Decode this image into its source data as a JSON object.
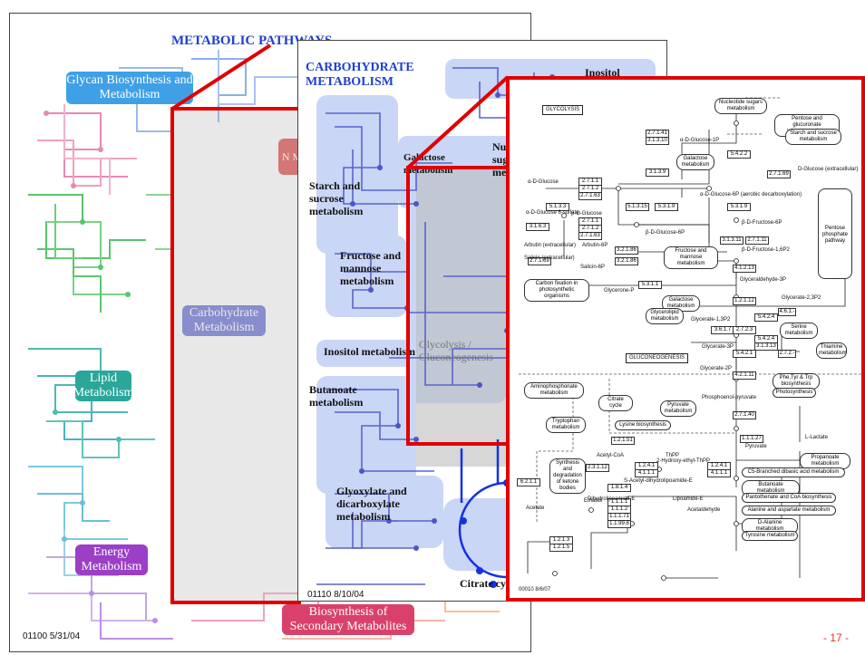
{
  "panel1": {
    "title": "METABOLIC PATHWAYS",
    "footer": "01100  5/31/04",
    "categories": {
      "glycan": "Glycan Biosynthesis and Metabolism",
      "nucleotide": "N M",
      "carbohydrate": "Carbohydrate Metabolism",
      "lipid": "Lipid Metabolism",
      "energy": "Energy Metabolism",
      "secondary": "Biosynthesis of Secondary Metabolites"
    },
    "colors": {
      "glycan": "#3fa0e6",
      "carbohydrate": "#6b74d6",
      "lipid": "#2aa79a",
      "energy": "#9b3fc6",
      "secondary": "#d9416b",
      "nucleotide": "#e05050"
    }
  },
  "panel2": {
    "title_line1": "CARBOHYDRATE",
    "title_line2": "METABOLISM",
    "footer": "01110  8/10/04",
    "inositol_phosphate": "Inositol phosphate",
    "blocks": {
      "starch": "Starch and sucrose metabolism",
      "galactose": "Galactose metabolism",
      "nucleotide_sugars": "Nu sug me",
      "fructose": "Fructose and mannose metabolism",
      "inositol": "Inositol metabolism",
      "glycolysis": "Glycolysis / Gluconeogenesis",
      "butanoate": "Butanoate metabolism",
      "glyoxylate": "Glyoxylate and dicarboxylate metabolism",
      "citrate": "Citrate cyc"
    }
  },
  "panel3": {
    "glycolysis_box": "GLYCOLYSIS",
    "gluconeogenesis_box": "GLUCONEOGENESIS",
    "footer": "00010 8/6/07",
    "enzymes": [
      "2.7.1.41",
      "3.1.3.10",
      "5.4.2.2",
      "3.1.3.9",
      "2.7.1.69",
      "2.7.1.1",
      "2.7.1.2",
      "2.7.1.63",
      "5.1.3.3",
      "5.1.3.15",
      "5.3.1.9",
      "3.1.6.3",
      "2.7.1.1",
      "2.7.1.2",
      "2.7.1.63",
      "3.2.1.86",
      "5.3.1.9",
      "3.1.3.11",
      "2.7.1.11",
      "2.7.1.69",
      "3.2.1.86",
      "4.1.2.13",
      "5.3.1.1",
      "1.2.1.12",
      "5.4.2.4",
      "4.6.1.-",
      "3.6.1.7",
      "2.7.2.3",
      "5.4.2.4",
      "5.4.2.1",
      "3.1.3.13",
      "2.7.2.-",
      "4.2.1.11",
      "2.7.1.40",
      "1.2.1.51",
      "1.1.1.27",
      "2.3.1.12",
      "1.8.1.4",
      "1.2.4.1",
      "4.1.1.1",
      "1.2.4.1",
      "4.1.1.1",
      "6.2.1.1",
      "1.1.1.1",
      "1.1.1.2",
      "1.1.1.71",
      "1.1.99.8",
      "1.2.1.3",
      "1.2.1.5"
    ],
    "metabolites": {
      "nucleotide_sugars": "Nucleotide sugars metabolism",
      "pentose_glucuronate": "Pentose and glucuronate interconversions",
      "starch_sucrose": "Starch and sucrose metabolism",
      "glucose1p": "α-D-Glucose-1P",
      "galactose": "Galactose metabolism",
      "dglucose": "D-Glucose (extracellular)",
      "alpha_glucose": "α-D-Glucose",
      "glucose6s": "α-D-Glucose 6-sulfate",
      "beta_glucose": "β-D-Glucose",
      "glucose6p": "α-D-Glucose-6P (aerobic decarboxylation)",
      "beta_glucose6p": "β-D-Glucose-6P",
      "fructose6p": "β-D-Fructose-6P",
      "fructose16p": "β-D-Fructose-1,6P2",
      "pentose_phosphate": "Pentose phosphate pathway",
      "arbutin": "Arbutin (extracellular)",
      "arbutin6p": "Arbutin-6P",
      "salicin": "Salicin (extracellular)",
      "salicin6p": "Salicin-6P",
      "fructose_mannose": "Fructose and mannose metabolism",
      "carbon_fixation": "Carbon fixation in photosynthetic organisms",
      "glycerone_p": "Glycerone-P",
      "glyceraldehyde3p": "Glyceraldehyde-3P",
      "galactose2": "Galactose metabolism",
      "glycerolipid": "Glycerolipid metabolism",
      "glycerate13p2": "Glycerate-1,3P2",
      "glycerate3p": "Glycerate-3P",
      "glycerate2p": "Glycerate-2P",
      "glycerate23p2": "Glycerate-2,3P2",
      "serine": "Serine metabolism",
      "thiamine": "Thiamine metabolism",
      "phe_tyr": "Phe,Tyr & Trp biosynthesis",
      "photosynthesis": "Photosynthesis",
      "aminophosphonate": "Aminophosphonate metabolism",
      "citrate_cycle": "Citrate cycle",
      "pyruvate_met": "Pyruvate metabolism",
      "pep": "Phosphoenol-pyruvate",
      "tryptophan": "Tryptophan metabolism",
      "lysine": "Lysine biosynthesis",
      "acetyl_coa": "Acetyl-CoA",
      "tpp": "ThPP",
      "hydroxyethyl": "2-Hydroxy-ethyl-ThPP",
      "pyruvate": "Pyruvate",
      "lactate": "L-Lactate",
      "synthesis": "Synthesis and degradation of ketone bodies",
      "acetyl_dihydro": "S-Acetyl-dihydrolipoamide-E",
      "dihydrolipoamide": "Dihydrolipoamide-E",
      "lipoamide": "Lipoamide-E",
      "acetate": "Acetate",
      "ethanol": "Ethanol",
      "acetaldehyde": "Acetaldehyde",
      "propanoate": "Propanoate metabolism",
      "c5_branched": "C5-Branched dibasic acid metabolism",
      "butanoate": "Butanoate metabolism",
      "pantothenate": "Pantothenate and CoA biosynthesis",
      "alanine": "Alanine and aspartate metabolism",
      "d_alanine": "D-Alanine metabolism",
      "tyrosine": "Tyrosine metabolism"
    }
  },
  "slide_number": "- 17 -"
}
